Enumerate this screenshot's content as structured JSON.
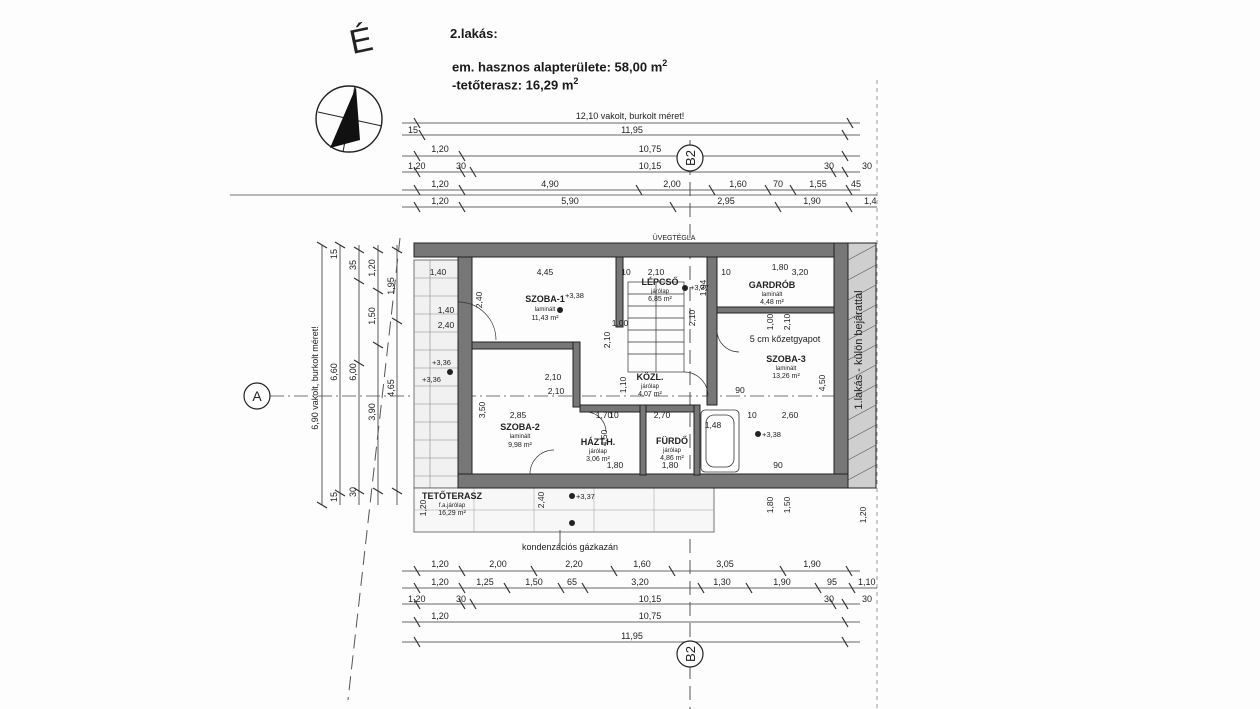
{
  "header": {
    "title": "2.lakás:",
    "area_line": "em. hasznos alapterülete:  58,00 m",
    "terrace_line": "-tetőterasz: 16,29 m",
    "sup": "2"
  },
  "north_label": "É",
  "dimensions_top": {
    "total": "12,10 vakolt, burkolt méret!",
    "row2": [
      "15",
      "11,95"
    ],
    "row3": [
      "1,20",
      "10,75"
    ],
    "row4": [
      "1,20",
      "30",
      "10,15",
      "30",
      "30"
    ],
    "row5": [
      "1,20",
      "4,90",
      "2,00",
      "1,60",
      "70",
      "1,55",
      "45"
    ],
    "row6": [
      "1,20",
      "5,90",
      "2,95",
      "1,90",
      "1,4"
    ]
  },
  "dimensions_bottom": {
    "row1": [
      "1,20",
      "2,00",
      "2,20",
      "1,60",
      "3,05",
      "1,90"
    ],
    "row2": [
      "1,20",
      "1,25",
      "1,50",
      "65",
      "3,20",
      "1,30",
      "1,90",
      "95",
      "1,10"
    ],
    "row3": [
      "1,20",
      "30",
      "10,15",
      "30",
      "30"
    ],
    "row4": [
      "1,20",
      "10,75"
    ],
    "row5": [
      "11,95"
    ]
  },
  "dimensions_left": {
    "total": "6,90 vakolt, burkolt méret!",
    "values": [
      "6,60",
      "6,00",
      "3,90",
      "4,65",
      "1,95",
      "1,20",
      "1,50",
      "35",
      "15",
      "30",
      "15"
    ]
  },
  "axes": {
    "a": "A",
    "b_top": "B2",
    "b_bottom": "B2"
  },
  "rooms": [
    {
      "name": "SZOBA-1",
      "floor": "laminált",
      "area": "11,43 m²"
    },
    {
      "name": "LÉPCSŐ",
      "floor": "járólap",
      "area": "6,85 m²"
    },
    {
      "name": "GARDRÓB",
      "floor": "laminált",
      "area": "4,48 m²"
    },
    {
      "name": "SZOBA-3",
      "floor": "laminált",
      "area": "13,26 m²"
    },
    {
      "name": "KÖZL.",
      "floor": "járólap",
      "area": "4,07 m²"
    },
    {
      "name": "SZOBA-2",
      "floor": "laminált",
      "area": "9,98 m²"
    },
    {
      "name": "HÁZT.H.",
      "floor": "járólap",
      "area": "3,06 m²"
    },
    {
      "name": "FÜRDŐ",
      "floor": "járólap",
      "area": "4,86 m²"
    },
    {
      "name": "TETŐTERASZ",
      "floor": "f.a.járólap",
      "area": "16,29 m²"
    }
  ],
  "inner_dims": [
    "4,45",
    "2,10",
    "1,80",
    "3,20",
    "1,40",
    "2,40",
    "1,40",
    "2,40",
    "1,00",
    "2,10",
    "1,00",
    "2,10",
    "1,94",
    "2,10",
    "1,10",
    "90",
    "2,10",
    "2,10",
    "4,50",
    "2,85",
    "1,70",
    "2,70",
    "2,60",
    "1,48",
    "3,50",
    "1,80",
    "1,80",
    "90",
    "2,40",
    "1,20",
    "1,80",
    "1,50",
    "1,20",
    "10",
    "10",
    "10",
    "10"
  ],
  "levels": [
    "+3,38",
    "+3,37",
    "+3,36",
    "+3,38",
    "+3,37",
    "+3,36"
  ],
  "notes": {
    "glass": "ÜVEGTÉGLA",
    "insulation": "5 cm kőzetgyapot",
    "boiler": "kondenzációs gázkazán",
    "flat1": "1.lakás - külön bejárattal"
  }
}
